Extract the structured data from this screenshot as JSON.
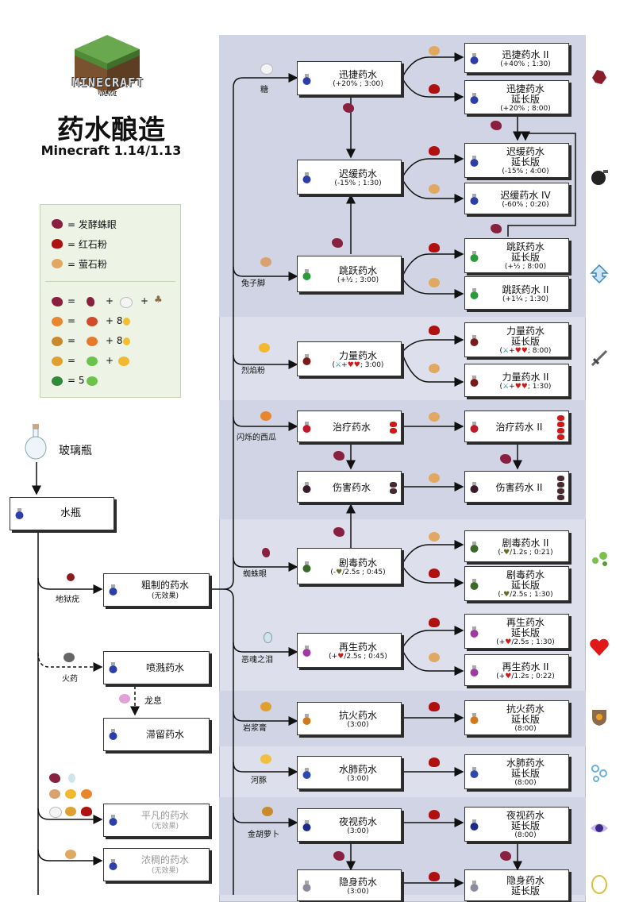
{
  "title": "药水酿造",
  "subtitle": "Minecraft 1.14/1.13",
  "logo": {
    "line1": "MINECRAFT",
    "line2": "WIKI"
  },
  "legend": {
    "fermented_spider_eye": "= 发酵蛛眼",
    "redstone": "= 红石粉",
    "glowstone": "= 萤石粉",
    "recipe_eq": "=",
    "recipe_plus": "+",
    "plus8": "+ 8",
    "eq5": "= 5"
  },
  "left": {
    "glass_bottle": "玻璃瓶",
    "water_bottle": "水瓶",
    "nether_wart": "地狱疣",
    "awkward": {
      "name": "粗制的药水",
      "sub": "(无效果)"
    },
    "gunpowder": "火药",
    "splash": "喷溅药水",
    "dragon_breath": "龙息",
    "lingering": "滞留药水",
    "mundane": {
      "name": "平凡的药水",
      "sub": "(无效果)"
    },
    "thick": {
      "name": "浓稠的药水",
      "sub": "(无效果)"
    }
  },
  "ingredients": {
    "sugar": "糖",
    "rabbit_foot": "兔子脚",
    "blaze_powder": "烈焰粉",
    "glistering_melon": "闪烁的西瓜",
    "spider_eye": "蜘蛛眼",
    "ghast_tear": "恶魂之泪",
    "magma_cream": "岩浆膏",
    "pufferfish": "河豚",
    "golden_carrot": "金胡萝卜"
  },
  "potions": {
    "swift": {
      "name": "迅捷药水",
      "sub": "(+20% ; 3:00)"
    },
    "swift2": {
      "name": "迅捷药水 II",
      "sub": "(+40% ; 1:30)"
    },
    "swift_ext": {
      "name": "迅捷药水",
      "name2": "延长版",
      "sub": "(+20% ; 8:00)"
    },
    "slow": {
      "name": "迟缓药水",
      "sub": "(-15% ; 1:30)"
    },
    "slow_ext": {
      "name": "迟缓药水",
      "name2": "延长版",
      "sub": "(-15% ; 4:00)"
    },
    "slow4": {
      "name": "迟缓药水 IV",
      "sub": "(-60% ; 0:20)"
    },
    "leap": {
      "name": "跳跃药水",
      "sub": "(+½ ; 3:00)"
    },
    "leap_ext": {
      "name": "跳跃药水",
      "name2": "延长版",
      "sub": "(+½ ; 8:00)"
    },
    "leap2": {
      "name": "跳跃药水 II",
      "sub": "(+1¼ ; 1:30)"
    },
    "strength": {
      "name": "力量药水",
      "sub": "; 3:00)"
    },
    "strength_ext": {
      "name": "力量药水",
      "name2": "延长版",
      "sub": "; 8:00)"
    },
    "strength2": {
      "name": "力量药水 II",
      "sub": "; 1:30)"
    },
    "healing": {
      "name": "治疗药水"
    },
    "healing2": {
      "name": "治疗药水 II"
    },
    "harming": {
      "name": "伤害药水"
    },
    "harming2": {
      "name": "伤害药水 II"
    },
    "poison": {
      "name": "剧毒药水",
      "sub": "/2.5s ; 0:45)"
    },
    "poison2": {
      "name": "剧毒药水 II",
      "sub": "/1.2s ; 0:21)"
    },
    "poison_ext": {
      "name": "剧毒药水",
      "name2": "延长版",
      "sub": "/2.5s ; 1:30)"
    },
    "regen": {
      "name": "再生药水",
      "sub": "/2.5s ; 0:45)"
    },
    "regen_ext": {
      "name": "再生药水",
      "name2": "延长版",
      "sub": "/2.5s ; 1:30)"
    },
    "regen2": {
      "name": "再生药水 II",
      "sub": "/1.2s ; 0:22)"
    },
    "fire": {
      "name": "抗火药水",
      "sub": "(3:00)"
    },
    "fire_ext": {
      "name": "抗火药水",
      "name2": "延长版",
      "sub": "(8:00)"
    },
    "water": {
      "name": "水肺药水",
      "sub": "(3:00)"
    },
    "water_ext": {
      "name": "水肺药水",
      "name2": "延长版",
      "sub": "(8:00)"
    },
    "night": {
      "name": "夜视药水",
      "sub": "(3:00)"
    },
    "night_ext": {
      "name": "夜视药水",
      "name2": "延长版",
      "sub": "(8:00)"
    },
    "invis": {
      "name": "隐身药水",
      "sub": "(3:00)"
    },
    "invis_ext": {
      "name": "隐身药水",
      "name2": "延长版"
    }
  },
  "colors": {
    "panel": "#dde0ec",
    "band": "#d0d4e4",
    "legend_bg": "#edf4e6",
    "fermented": "#8a2040",
    "redstone": "#b01010",
    "glowstone": "#e0a860"
  }
}
